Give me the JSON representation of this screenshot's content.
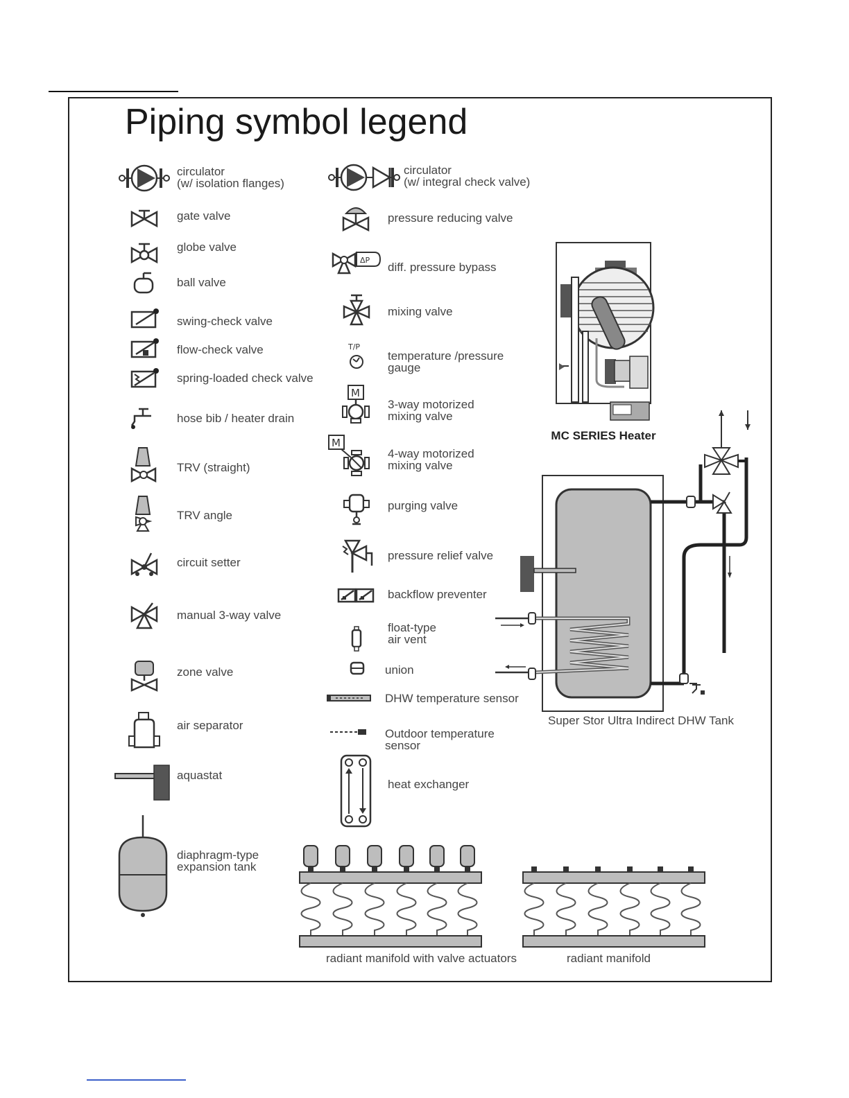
{
  "title": "Piping symbol legend",
  "left_column": [
    {
      "icon": "circulator-flanged-icon",
      "label": "circulator\n(w/ isolation flanges)"
    },
    {
      "icon": "gate-valve-icon",
      "label": "gate valve"
    },
    {
      "icon": "globe-valve-icon",
      "label": "globe valve"
    },
    {
      "icon": "ball-valve-icon",
      "label": "ball valve"
    },
    {
      "icon": "swing-check-valve-icon",
      "label": "swing-check valve"
    },
    {
      "icon": "flow-check-valve-icon",
      "label": "flow-check valve"
    },
    {
      "icon": "spring-check-valve-icon",
      "label": "spring-loaded check valve"
    },
    {
      "icon": "hose-bib-icon",
      "label": "hose bib / heater drain"
    },
    {
      "icon": "trv-straight-icon",
      "label": "TRV (straight)"
    },
    {
      "icon": "trv-angle-icon",
      "label": "TRV angle"
    },
    {
      "icon": "circuit-setter-icon",
      "label": "circuit setter"
    },
    {
      "icon": "manual-3way-valve-icon",
      "label": "manual 3-way valve"
    },
    {
      "icon": "zone-valve-icon",
      "label": "zone valve"
    },
    {
      "icon": "air-separator-icon",
      "label": "air separator"
    },
    {
      "icon": "aquastat-icon",
      "label": "aquastat"
    },
    {
      "icon": "expansion-tank-icon",
      "label": "diaphragm-type\nexpansion tank"
    }
  ],
  "middle_column": [
    {
      "icon": "circulator-check-icon",
      "label": "circulator\n(w/ integral check valve)"
    },
    {
      "icon": "pressure-reducing-valve-icon",
      "label": "pressure reducing valve"
    },
    {
      "icon": "diff-pressure-bypass-icon",
      "label": "diff. pressure bypass",
      "glyph": "ΔP"
    },
    {
      "icon": "mixing-valve-icon",
      "label": "mixing valve"
    },
    {
      "icon": "tp-gauge-icon",
      "label": "temperature /pressure\ngauge",
      "glyph": "T/P"
    },
    {
      "icon": "motorized-3way-icon",
      "label": "3-way motorized\nmixing valve",
      "glyph": "M"
    },
    {
      "icon": "motorized-4way-icon",
      "label": "4-way motorized\nmixing valve",
      "glyph": "M"
    },
    {
      "icon": "purging-valve-icon",
      "label": "purging valve"
    },
    {
      "icon": "pressure-relief-valve-icon",
      "label": "pressure relief valve"
    },
    {
      "icon": "backflow-preventer-icon",
      "label": "backflow preventer"
    },
    {
      "icon": "air-vent-icon",
      "label": "float-type\nair vent"
    },
    {
      "icon": "union-icon",
      "label": "union"
    },
    {
      "icon": "dhw-sensor-icon",
      "label": "DHW temperature sensor"
    },
    {
      "icon": "outdoor-sensor-icon",
      "label": "Outdoor temperature\nsensor"
    },
    {
      "icon": "heat-exchanger-icon",
      "label": "heat exchanger"
    }
  ],
  "captions": {
    "heater": "MC SERIES Heater",
    "tank": "Super Stor Ultra\nIndirect DHW Tank",
    "manifold_actuators": "radiant manifold\nwith valve actuators",
    "manifold": "radiant manifold"
  },
  "colors": {
    "line": "#333333",
    "fill_gray": "#bdbdbd",
    "dark": "#555555",
    "pipe": "#222222"
  }
}
